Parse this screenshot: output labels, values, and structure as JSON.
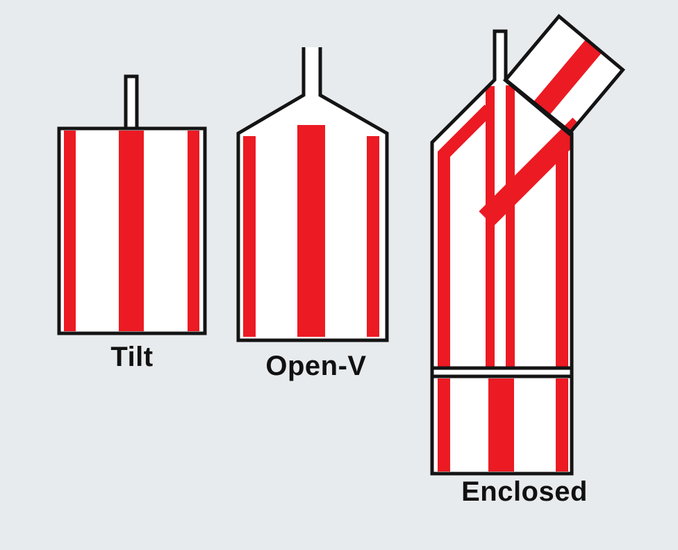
{
  "background": "#e8ebee",
  "colors": {
    "stripe-red": "#ec1a23",
    "outline-black": "#141414",
    "vessel-white": "#ffffff",
    "label-color": "#111111"
  },
  "figures": [
    {
      "id": "tilt",
      "label": "Tilt"
    },
    {
      "id": "open-v",
      "label": "Open-V"
    },
    {
      "id": "enclosed",
      "label": "Enclosed"
    }
  ]
}
